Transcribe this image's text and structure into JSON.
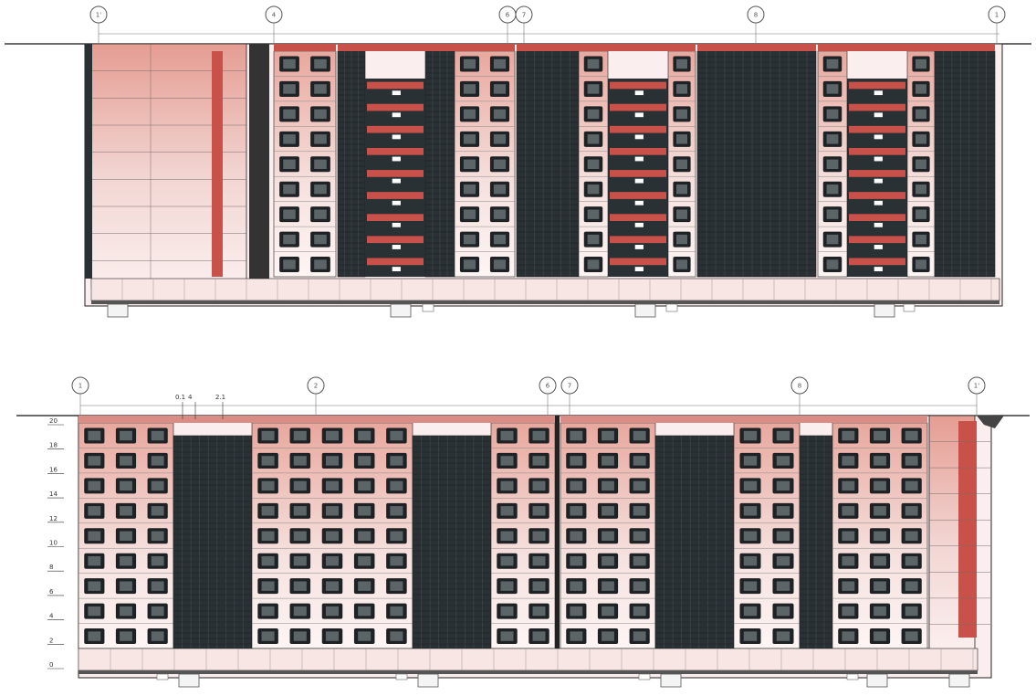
{
  "drawings": [
    {
      "name": "elevation-upper",
      "axis_labels": [
        "1'",
        "4",
        "6",
        "7",
        "8",
        "1"
      ],
      "dimension_text": "",
      "level_marks": []
    },
    {
      "name": "elevation-lower",
      "axis_labels": [
        "1",
        "2",
        "6",
        "7",
        "8",
        "1'"
      ],
      "dimension_text": "",
      "notes": [
        "0.1",
        "4",
        "2.1"
      ],
      "level_marks": [
        "0",
        "2",
        "4",
        "6",
        "8",
        "10",
        "12",
        "14",
        "16",
        "18",
        "20"
      ]
    }
  ],
  "colors": {
    "wall_pink": "#f2d6d3",
    "wall_rose": "#e59d92",
    "accent_red": "#c8514a",
    "glass_dark": "#2a3134",
    "window_frame": "#1e2224",
    "line": "#222222",
    "grid_line": "#8a8a8a",
    "foundation": "#cccccc"
  }
}
